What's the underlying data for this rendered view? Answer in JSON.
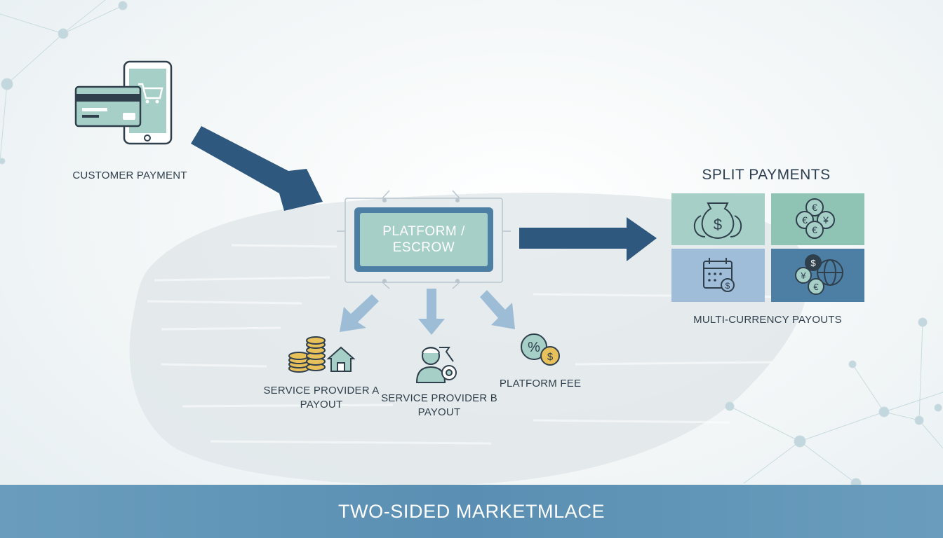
{
  "title": "TWO-SIDED MARKETMLACE",
  "customer": {
    "label": "CUSTOMER PAYMENT"
  },
  "platform": {
    "label_line1": "PLATFORM /",
    "label_line2": "ESCROW"
  },
  "payouts": [
    {
      "line1": "SERVICE PROVIDER A",
      "line2": "PAYOUT"
    },
    {
      "line1": "SERVICE PROVIDER B",
      "line2": "PAYOUT"
    },
    {
      "line1": "PLATFORM FEE",
      "line2": ""
    }
  ],
  "split": {
    "title": "SPLIT PAYMENTS",
    "caption": "MULTI-CURRENCY PAYOUTS"
  },
  "colors": {
    "dark_arrow": "#2f587e",
    "light_arrow": "#9dbdd6",
    "mint": "#a6d0c7",
    "steel": "#4d7fa5",
    "footer": "#5f93b6"
  },
  "icons": [
    "credit-card-icon",
    "phone-cart-icon",
    "coins-house-icon",
    "worker-gear-icon",
    "percent-dollar-icon",
    "money-bags-icon",
    "currency-coins-icon",
    "calendar-dollar-icon",
    "globe-currency-icon"
  ]
}
